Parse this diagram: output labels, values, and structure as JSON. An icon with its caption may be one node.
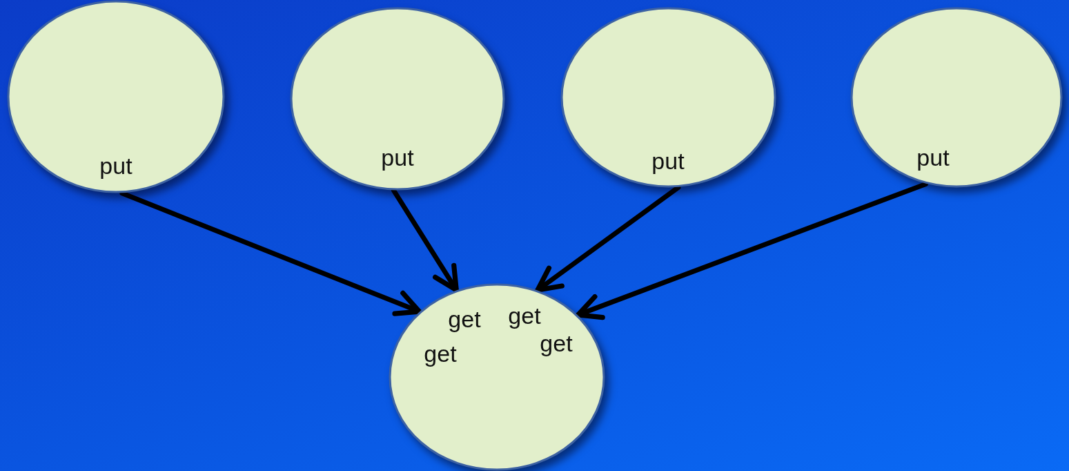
{
  "diagram": {
    "nodes": [
      {
        "text": [
          "put"
        ]
      },
      {
        "text": [
          "put"
        ]
      },
      {
        "text": [
          "put"
        ]
      },
      {
        "text": [
          "put"
        ]
      },
      {
        "text": [
          "get",
          "get",
          "get",
          "get"
        ]
      }
    ],
    "edges": [
      {
        "from": 0,
        "to": 4,
        "arrow": "to"
      },
      {
        "from": 1,
        "to": 4,
        "arrow": "to"
      },
      {
        "from": 2,
        "to": 4,
        "arrow": "to"
      },
      {
        "from": 3,
        "to": 4,
        "arrow": "to"
      }
    ]
  }
}
